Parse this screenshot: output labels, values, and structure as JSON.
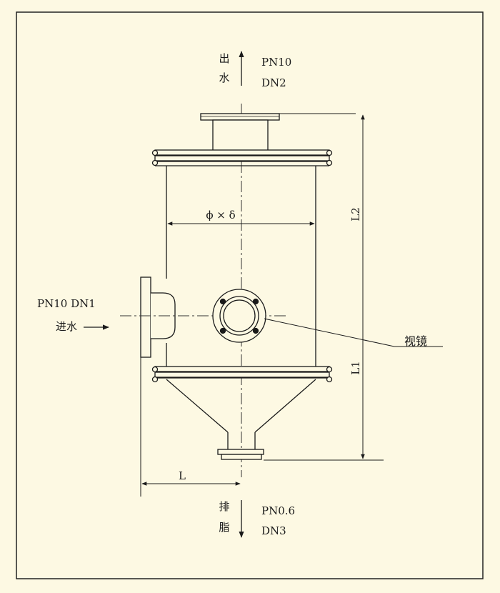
{
  "colors": {
    "paper": "#fdf9e3",
    "ink": "#1a1a1a",
    "border": "#222222"
  },
  "labels": {
    "outlet_top": "出",
    "outlet_bottom": "水",
    "outlet_pressure": "PN10",
    "outlet_diameter": "DN2",
    "inlet_spec": "PN10 DN1",
    "inlet_name": "进水",
    "drain_top": "排",
    "drain_bottom": "脂",
    "drain_pressure": "PN0.6",
    "drain_diameter": "DN3",
    "sight_glass": "视镜",
    "diameter_dim": "ϕ × δ",
    "dim_l2": "L2",
    "dim_l1": "L1",
    "dim_l": "L"
  }
}
